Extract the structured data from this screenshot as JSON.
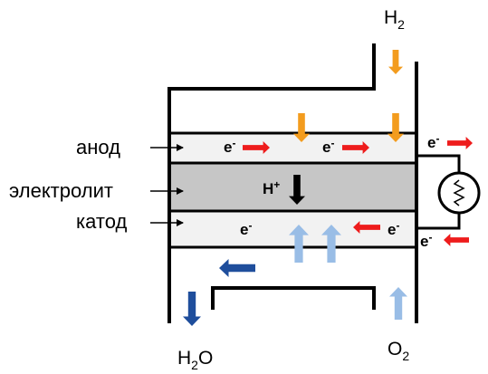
{
  "labels": {
    "anode": "анод",
    "electrolyte": "электролит",
    "cathode": "катод"
  },
  "gases": {
    "h2": {
      "base": "H",
      "sub": "2"
    },
    "o2": {
      "base": "O",
      "sub": "2"
    },
    "h2o": {
      "base": "H",
      "sub": "2",
      "tail": "O"
    }
  },
  "particles": {
    "electron": {
      "base": "e",
      "sup": "-"
    },
    "proton": {
      "base": "H",
      "sup": "+"
    }
  },
  "colors": {
    "wall": "#000000",
    "anode_fill": "#f2f2f2",
    "electrolyte_fill": "#c6c6c6",
    "cathode_fill": "#f2f2f2",
    "hydrogen_arrow": "#f39c1e",
    "electron_arrow": "#ee1c1c",
    "oxygen_arrow": "#99bde6",
    "water_arrow": "#1f4e9c",
    "proton_arrow": "#000000"
  }
}
